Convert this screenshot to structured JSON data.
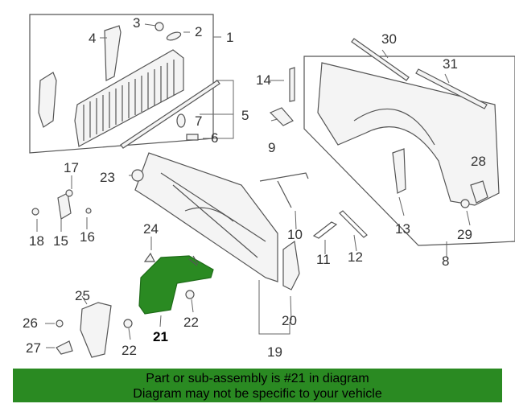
{
  "diagram": {
    "callouts": {
      "c1": "1",
      "c2": "2",
      "c3": "3",
      "c4": "4",
      "c5": "5",
      "c6": "6",
      "c7": "7",
      "c8": "8",
      "c9": "9",
      "c10": "10",
      "c11": "11",
      "c12": "12",
      "c13": "13",
      "c14": "14",
      "c15": "15",
      "c16": "16",
      "c17": "17",
      "c18": "18",
      "c19": "19",
      "c20": "20",
      "c21": "21",
      "c22a": "22",
      "c22b": "22",
      "c23": "23",
      "c24": "24",
      "c25": "25",
      "c26": "26",
      "c27": "27",
      "c28": "28",
      "c29": "29",
      "c30": "30",
      "c31": "31"
    },
    "highlight_color": "#2a8a22"
  },
  "banner": {
    "line1": "Part or sub-assembly is #21 in diagram",
    "line2": "Diagram may not be specific to your vehicle"
  }
}
